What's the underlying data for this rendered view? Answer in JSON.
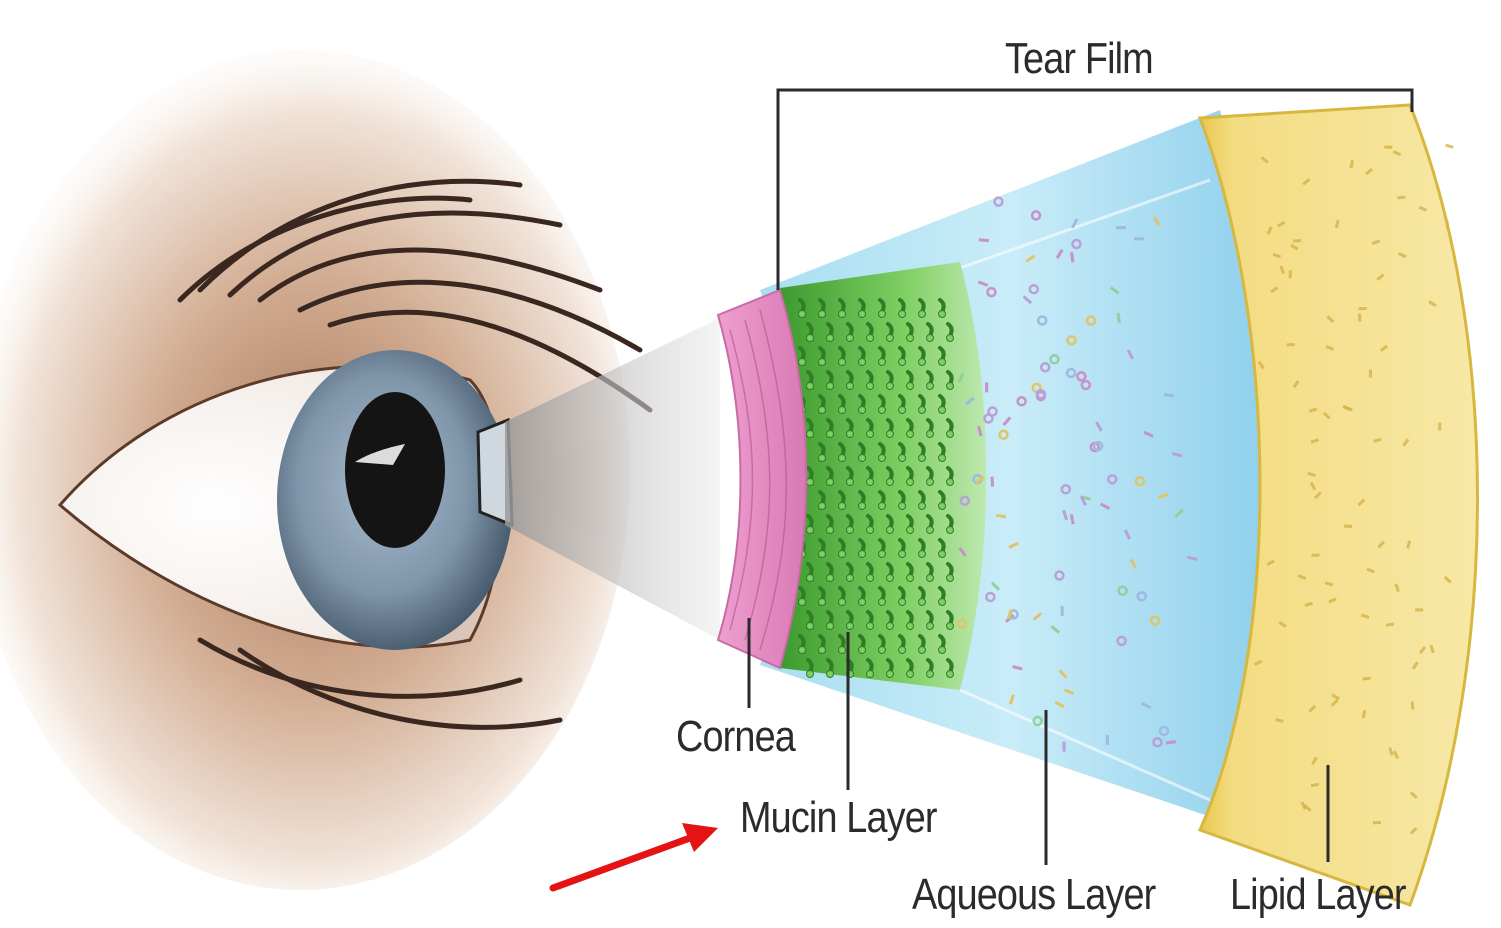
{
  "labels": {
    "tear_film": "Tear Film",
    "cornea": "Cornea",
    "mucin_layer": "Mucin Layer",
    "aqueous_layer": "Aqueous Layer",
    "lipid_layer": "Lipid Layer"
  },
  "colors": {
    "cornea": "#e58bc3",
    "mucin": "#4fae3c",
    "aqueous": "#bfe3f3",
    "lipid": "#f3dc82",
    "iris": "#7f95aa",
    "arrow": "#e41414"
  }
}
